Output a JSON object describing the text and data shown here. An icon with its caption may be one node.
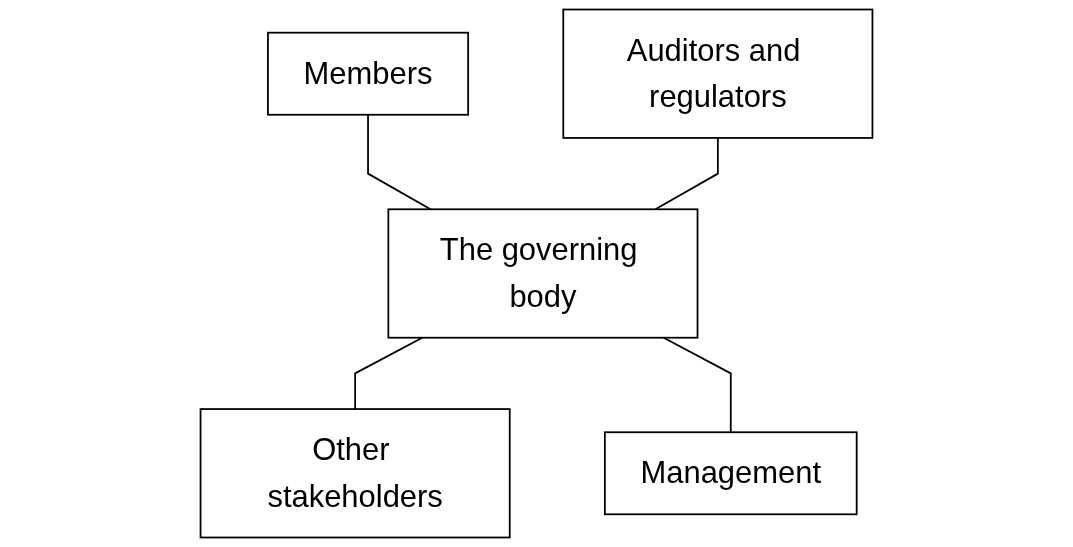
{
  "diagram": {
    "nodes": [
      {
        "text": [
          "Members"
        ]
      },
      {
        "text": [
          "Auditors and regulators"
        ]
      },
      {
        "text": [
          "The governing body"
        ]
      },
      {
        "text": [
          "Other stakeholders"
        ]
      },
      {
        "text": [
          "Management"
        ]
      }
    ],
    "edges": [
      {
        "from": 0,
        "to": 2,
        "arrow": "none"
      },
      {
        "from": 1,
        "to": 2,
        "arrow": "none"
      },
      {
        "from": 2,
        "to": 3,
        "arrow": "none"
      },
      {
        "from": 2,
        "to": 4,
        "arrow": "none"
      }
    ]
  }
}
